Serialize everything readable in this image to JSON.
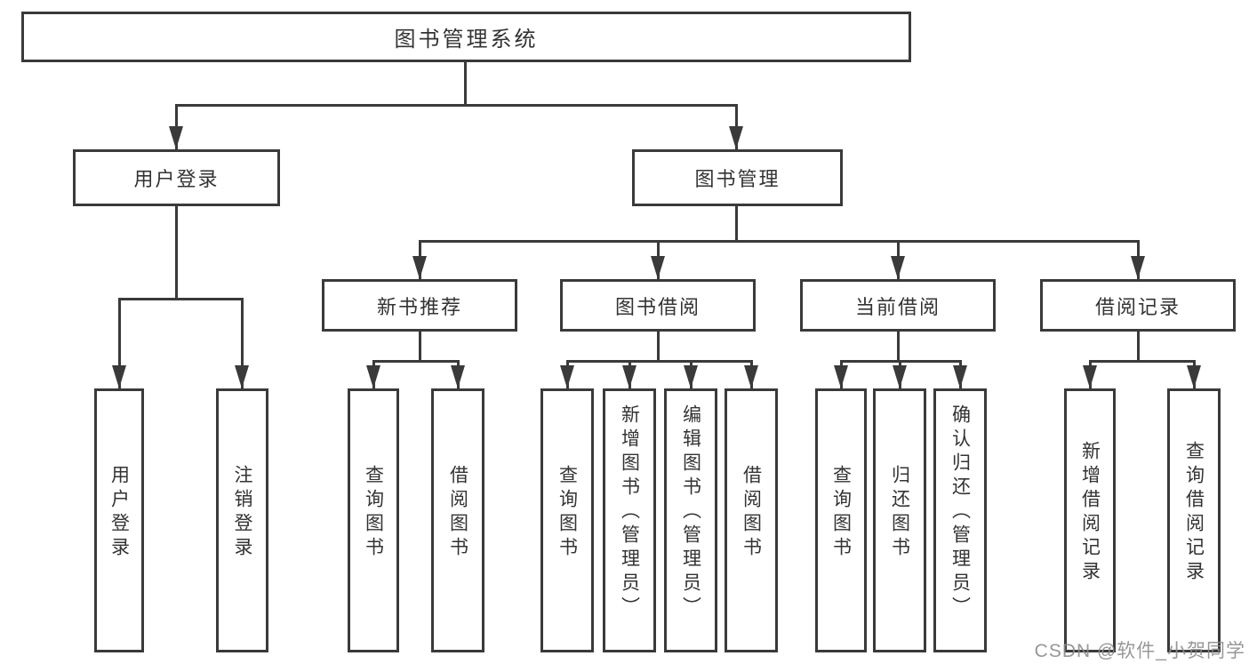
{
  "colors": {
    "line": "#3a3a3a",
    "text": "#333333",
    "background": "#ffffff",
    "watermark": "#8c8c8c"
  },
  "tree": {
    "root": {
      "label": "图书管理系统"
    },
    "level2": [
      {
        "label": "用户登录"
      },
      {
        "label": "图书管理"
      }
    ],
    "level3": [
      {
        "label": "新书推荐"
      },
      {
        "label": "图书借阅"
      },
      {
        "label": "当前借阅"
      },
      {
        "label": "借阅记录"
      }
    ],
    "leaves": {
      "user_login": [
        {
          "label": "用户登录"
        },
        {
          "label": "注销登录"
        }
      ],
      "new_book": [
        {
          "label": "查询图书"
        },
        {
          "label": "借阅图书"
        }
      ],
      "book_borrow": [
        {
          "label": "查询图书"
        },
        {
          "label": "新增图书（管理员）"
        },
        {
          "label": "编辑图书（管理员）"
        },
        {
          "label": "借阅图书"
        }
      ],
      "current_borrow": [
        {
          "label": "查询图书"
        },
        {
          "label": "归还图书"
        },
        {
          "label": "确认归还（管理员）"
        }
      ],
      "borrow_record": [
        {
          "label": "新增借阅记录"
        },
        {
          "label": "查询借阅记录"
        }
      ]
    }
  },
  "watermark": {
    "text": "CSDN @软件_小贺同学"
  }
}
